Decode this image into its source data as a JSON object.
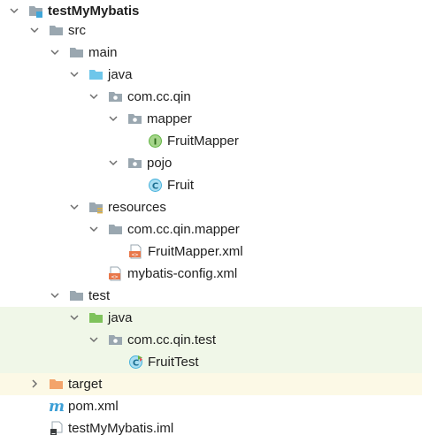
{
  "tree": {
    "rows": [
      {
        "label": "testMyMybatis",
        "icon": "project-module-icon",
        "expanded": true,
        "bold": true
      },
      {
        "label": "src",
        "icon": "folder-icon",
        "expanded": true
      },
      {
        "label": "main",
        "icon": "folder-icon",
        "expanded": true
      },
      {
        "label": "java",
        "icon": "source-root-folder-icon",
        "expanded": true
      },
      {
        "label": "com.cc.qin",
        "icon": "package-icon",
        "expanded": true
      },
      {
        "label": "mapper",
        "icon": "package-icon",
        "expanded": true
      },
      {
        "label": "FruitMapper",
        "icon": "interface-icon"
      },
      {
        "label": "pojo",
        "icon": "package-icon",
        "expanded": true
      },
      {
        "label": "Fruit",
        "icon": "class-icon"
      },
      {
        "label": "resources",
        "icon": "resources-root-folder-icon",
        "expanded": true
      },
      {
        "label": "com.cc.qin.mapper",
        "icon": "folder-icon",
        "expanded": true
      },
      {
        "label": "FruitMapper.xml",
        "icon": "xml-file-icon"
      },
      {
        "label": "mybatis-config.xml",
        "icon": "xml-file-icon"
      },
      {
        "label": "test",
        "icon": "folder-icon",
        "expanded": true
      },
      {
        "label": "java",
        "icon": "test-root-folder-icon",
        "expanded": true
      },
      {
        "label": "com.cc.qin.test",
        "icon": "package-icon",
        "expanded": true
      },
      {
        "label": "FruitTest",
        "icon": "test-class-icon"
      },
      {
        "label": "target",
        "icon": "excluded-folder-icon",
        "expanded": false
      },
      {
        "label": "pom.xml",
        "icon": "maven-icon"
      },
      {
        "label": "testMyMybatis.iml",
        "icon": "iml-file-icon"
      }
    ]
  },
  "colors": {
    "test_highlight": "#f0f7e8",
    "excluded_highlight": "#fcf9e6",
    "folder_gray": "#9aa7b0",
    "source_blue": "#6ec6ea",
    "test_green": "#7ec25b",
    "excluded_orange": "#f3a46b",
    "class_blue": "#47b2dc",
    "interface_green": "#62b543",
    "xml_orange": "#e8774a"
  }
}
